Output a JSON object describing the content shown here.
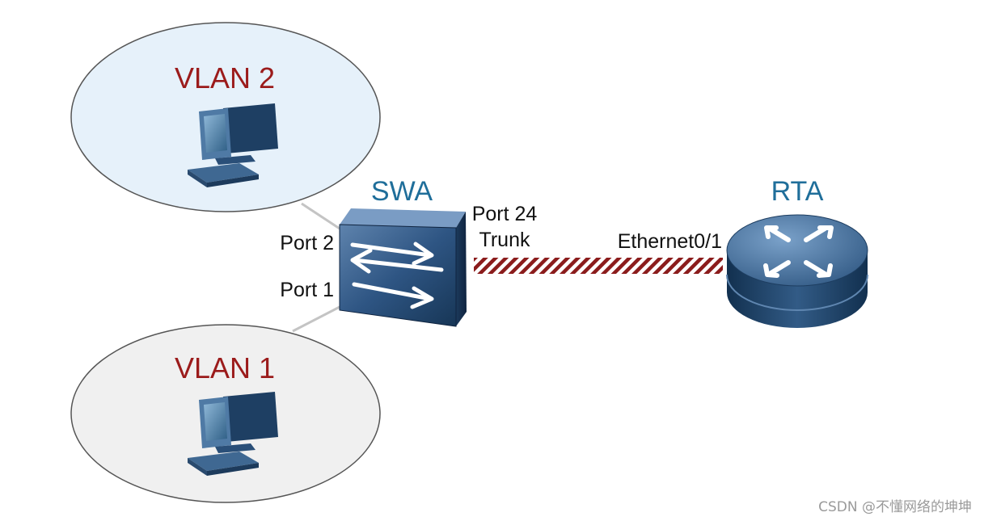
{
  "vlans": [
    {
      "label": "VLAN 2"
    },
    {
      "label": "VLAN 1"
    }
  ],
  "switch": {
    "label": "SWA",
    "ports": {
      "port2": "Port 2",
      "port1": "Port 1",
      "port24": "Port 24",
      "trunk": "Trunk"
    }
  },
  "router": {
    "label": "RTA",
    "interface": "Ethernet0/1"
  },
  "watermark": "CSDN @不懂网络的坤坤",
  "colors": {
    "vlan_label": "#9b1b1b",
    "device_label": "#1f6e9a",
    "vlan2_fill": "#e6f1fa",
    "vlan1_fill": "#f0f0f0",
    "trunk_stripe": "#8b1c1c",
    "text": "#111111",
    "watermark": "#9a9a9a"
  },
  "icons": [
    "pc-icon",
    "switch-icon",
    "router-icon"
  ]
}
